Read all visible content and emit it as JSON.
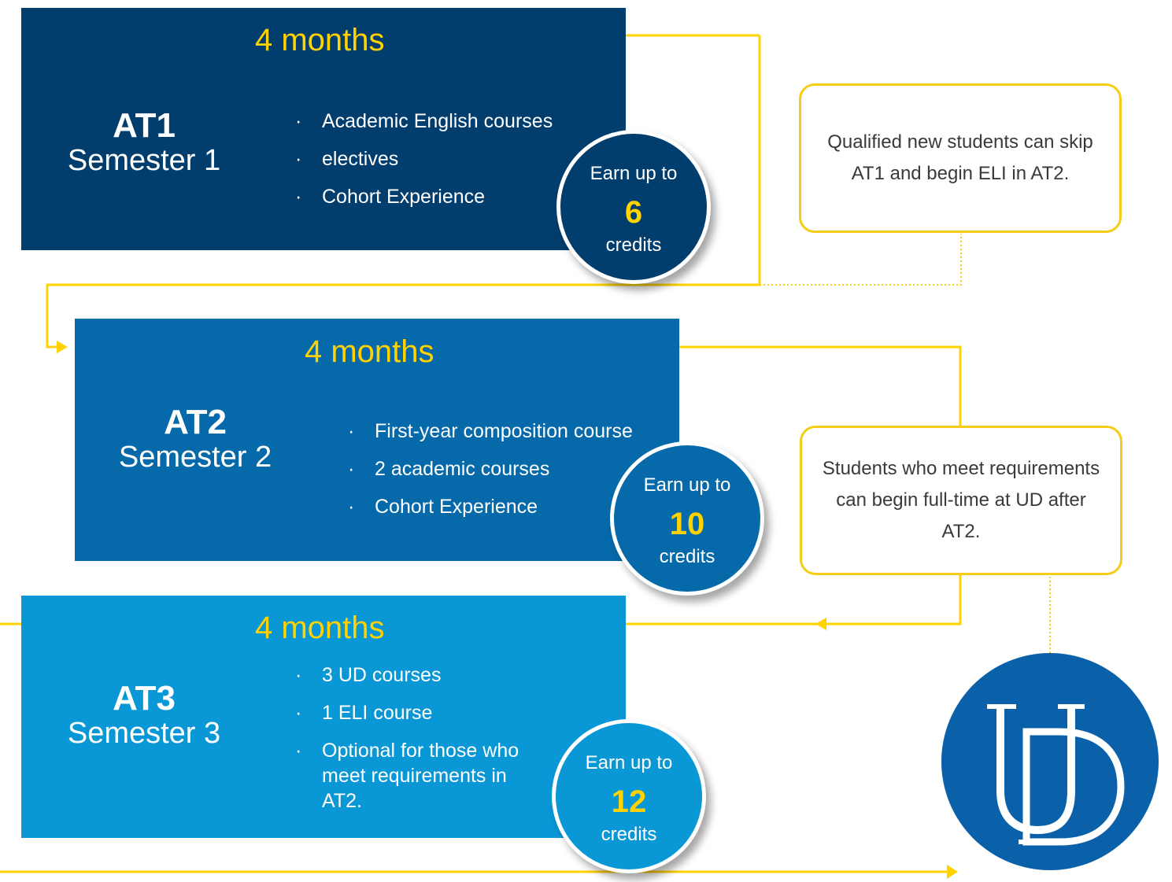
{
  "colors": {
    "at1": "#023e6d",
    "at2": "#066aaa",
    "at3": "#0a97d6",
    "accent_yellow": "#ffd200",
    "note_border": "#f5cc17",
    "logo_blue": "#0b61a9"
  },
  "levels": [
    {
      "duration": "4 months",
      "code": "AT1",
      "semester": "Semester 1",
      "items": [
        "Academic English courses",
        "electives",
        "Cohort Experience"
      ],
      "badge": {
        "earn": "Earn up to",
        "credits": "6",
        "unit": "credits"
      }
    },
    {
      "duration": "4 months",
      "code": "AT2",
      "semester": "Semester 2",
      "items": [
        "First-year composition course",
        "2 academic courses",
        "Cohort Experience"
      ],
      "badge": {
        "earn": "Earn up to",
        "credits": "10",
        "unit": "credits"
      }
    },
    {
      "duration": "4 months",
      "code": "AT3",
      "semester": "Semester 3",
      "items": [
        "3 UD courses",
        "1 ELI course",
        "Optional for those who meet requirements in AT2."
      ],
      "badge": {
        "earn": "Earn up to",
        "credits": "12",
        "unit": "credits"
      }
    }
  ],
  "notes": {
    "skip": "Qualified new students can skip AT1 and begin ELI in AT2.",
    "fulltime": "Students who meet requirements can begin full-time at UD after AT2."
  },
  "logo": {
    "icon": "ud-logo-icon"
  }
}
